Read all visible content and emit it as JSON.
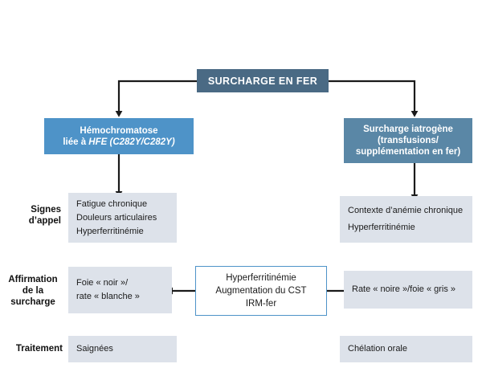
{
  "diagram": {
    "title": "SURCHARGE EN FER",
    "type": "flowchart",
    "colors": {
      "header_box": "#4a6a84",
      "branch_left": "#4e93c8",
      "branch_right": "#5a87a6",
      "content_box": "#dde2ea",
      "center_box_border": "#4e93c8",
      "connector": "#1a1a1a",
      "text_light": "#ffffff",
      "text_dark": "#1b1b1b"
    },
    "root": {
      "label": "SURCHARGE EN FER"
    },
    "branches": {
      "left": {
        "line1": "Hémochromatose",
        "line2_prefix": "liée à ",
        "line2_gene": "HFE (C282Y/C282Y)"
      },
      "right": {
        "line1": "Surcharge iatrogène",
        "line2": "(transfusions/",
        "line3": "supplémentation en fer)"
      }
    },
    "rows": [
      {
        "label_line1": "Signes",
        "label_line2": "d’appel",
        "left_items": [
          "Fatigue chronique",
          "Douleurs articulaires",
          "Hyperferritinémie"
        ],
        "right_items": [
          "Contexte d’anémie chronique",
          "Hyperferritinémie"
        ]
      },
      {
        "label_line1": "Affirmation",
        "label_line2": "de la",
        "label_line3": "surcharge",
        "left_items": [
          "Foie « noir »/",
          "rate « blanche »"
        ],
        "right_items": [
          "Rate « noire »/foie « gris »"
        ],
        "center_items": [
          "Hyperferritinémie",
          "Augmentation du CST",
          "IRM-fer"
        ]
      },
      {
        "label_line1": "Traitement",
        "left_items": [
          "Saignées"
        ],
        "right_items": [
          "Chélation orale"
        ]
      }
    ]
  }
}
